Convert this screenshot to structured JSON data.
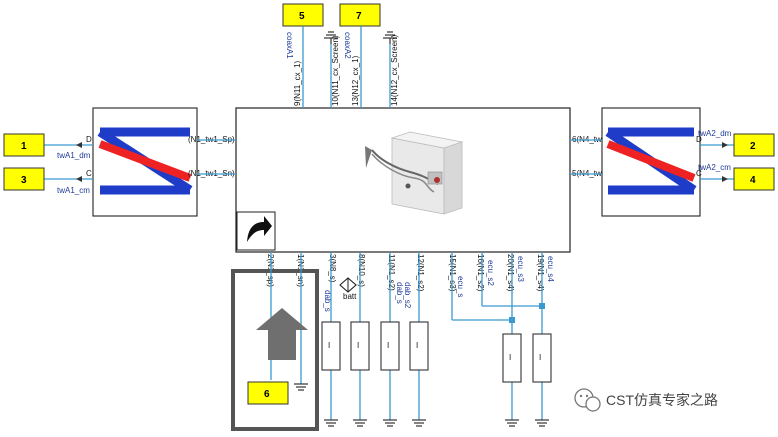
{
  "ports": [
    {
      "id": "port-1",
      "label": "1"
    },
    {
      "id": "port-2",
      "label": "2"
    },
    {
      "id": "port-3",
      "label": "3"
    },
    {
      "id": "port-4",
      "label": "4"
    },
    {
      "id": "port-5",
      "label": "5"
    },
    {
      "id": "port-6",
      "label": "6"
    },
    {
      "id": "port-7",
      "label": "7"
    }
  ],
  "nets": {
    "twA1_dm": "twA1_dm",
    "twA1_cm": "twA1_cm",
    "twA2_dm": "twA2_dm",
    "twA2_cm": "twA2_cm",
    "coaxA1": "coaxA1",
    "coaxA2": "coaxA2",
    "batt": "batt",
    "dab_s": "dab_s",
    "dab_s2": "dab_s2",
    "ecu_s": "ecu_s",
    "ecu_s2": "ecu_s2",
    "ecu_s3": "ecu_s3",
    "ecu_s4": "ecu_s4"
  },
  "left_block": {
    "D": "D",
    "C": "C",
    "pin_top": "(N1_tw1_Sp)",
    "pin_bot": "(N1_tw1_Sn)"
  },
  "right_block": {
    "D": "D",
    "C": "C",
    "pin_top": "6(N4_tw",
    "pin_bot": "5(N4_tw"
  },
  "top_pins": [
    "9(N11_cx_1)",
    "10(N11_cx_Screen)",
    "13(N12_cx_1)",
    "14(N12_cx_Screen)"
  ],
  "bottom_pins": [
    "2(N1_sp)",
    "1(N1_sn)",
    "3(N8_s)",
    "8(N10_s)",
    "11(N1_s2)",
    "12(N1_s2)",
    "15(N1_s3)",
    "16(N1_s2)",
    "20(N1_s4)",
    "19(N1_s4)"
  ],
  "resistor_label": "I",
  "watermark": "CST仿真专家之路"
}
